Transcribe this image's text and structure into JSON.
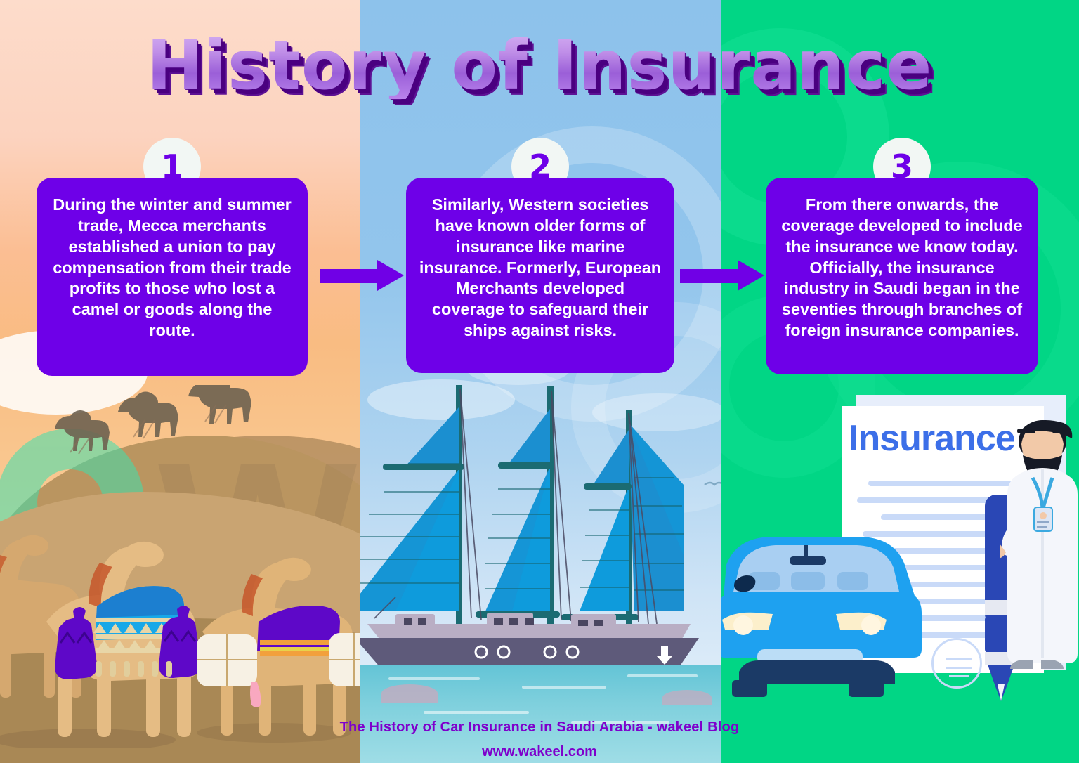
{
  "title": "History of Insurance",
  "steps": [
    {
      "number": "1",
      "text": "During the winter and summer trade, Mecca merchants established a union to pay compensation from their trade profits to those who lost a camel or goods along the route.",
      "scene": "desert-camel-caravan"
    },
    {
      "number": "2",
      "text": "Similarly, Western societies have known older forms of insurance like marine insurance. Formerly, European Merchants developed coverage to safeguard their ships against risks.",
      "scene": "sailing-ship-at-sea"
    },
    {
      "number": "3",
      "text": "From there onwards, the coverage developed to include the insurance we know today. Officially, the insurance industry in Saudi began in the seventies through branches of foreign insurance companies.",
      "scene": "car-insurance-document"
    }
  ],
  "scene3": {
    "document_title": "Insurance"
  },
  "footer": {
    "line1": "The History of Car Insurance in Saudi Arabia - wakeel Blog",
    "line2": "www.wakeel.com"
  },
  "colors": {
    "card_purple": "#6E00E8",
    "arrow_purple": "#7000E6",
    "badge_bg": "#F2F7F4",
    "badge_text": "#6E00E8",
    "panel_green": "#01D685",
    "panel_sky_blue": "#8DC2EB",
    "panel_desert_top": "#FDDCCB",
    "panel_desert_bottom": "#F7E0BC",
    "title_fill_light": "#C08FE8",
    "title_shadow": "#4A0080",
    "footer_text": "#7E00CC",
    "document_title_blue": "#3C6FE8"
  }
}
